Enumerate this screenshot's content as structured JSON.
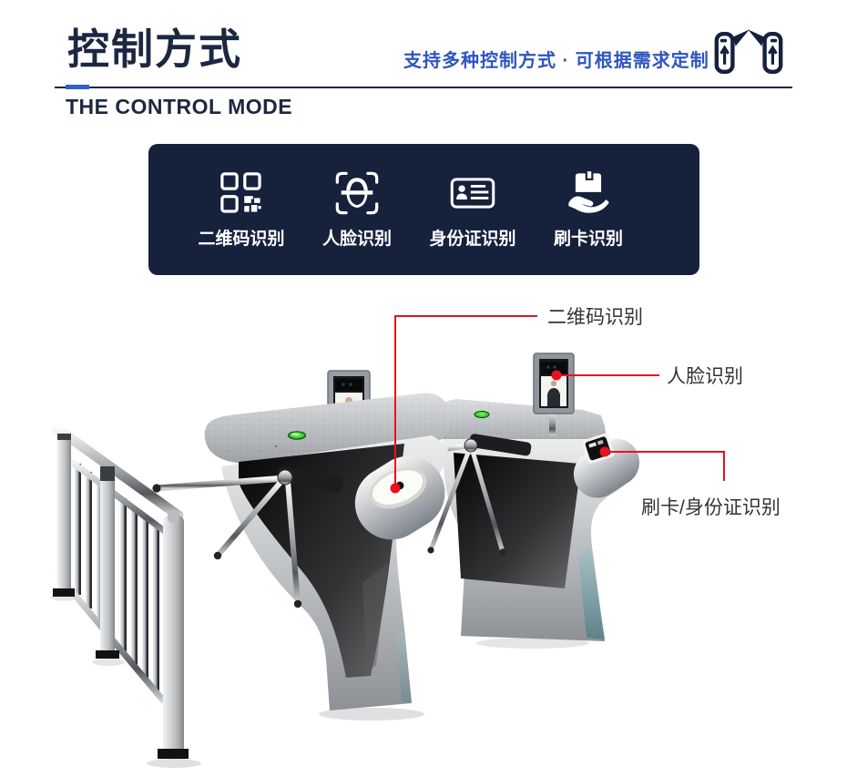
{
  "header": {
    "title": "控制方式",
    "subtitle": "支持多种控制方式 · 可根据需求定制",
    "subtitle_en": "THE CONTROL MODE"
  },
  "features": {
    "items": [
      {
        "icon": "qr-code-icon",
        "label": "二维码识别"
      },
      {
        "icon": "face-recognition-icon",
        "label": "人脸识别"
      },
      {
        "icon": "id-card-icon",
        "label": "身份证识别"
      },
      {
        "icon": "card-swipe-icon",
        "label": "刷卡识别"
      }
    ]
  },
  "scene": {
    "callouts": {
      "qr_label": "二维码识别",
      "face_label": "人脸识别",
      "card_label": "刷卡/身份证识别"
    }
  },
  "colors": {
    "navy": "#16213c",
    "title_navy": "#1c2742",
    "blue": "#2e55c0",
    "accent_blue": "#2e62c8",
    "callout_red": "#e8121d",
    "green_light": "#2fd32f"
  }
}
